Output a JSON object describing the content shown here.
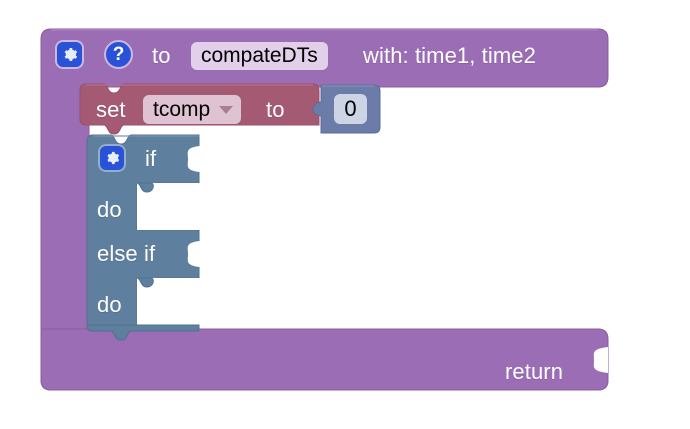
{
  "app": {
    "type": "blockly-visual-programming-editor",
    "canvas_background": "#ffffff"
  },
  "colors": {
    "procedure_purple": "#9a6db4",
    "procedure_purple_dark": "#7f5498",
    "set_variable_rose": "#a55a74",
    "set_variable_rose_dark": "#8d4a61",
    "control_steel_blue": "#5f7f9e",
    "control_steel_blue_dark": "#4d6a87",
    "math_number_slate": "#6b7ca8",
    "math_number_slate_dark": "#5a6a93",
    "icon_blue": "#2a52d8",
    "field_light_purple": "#e2cfe9",
    "field_light_rose": "#e0c3d2",
    "field_light_slate": "#ccd4e6",
    "text_white": "#ffffff",
    "text_black": "#000000"
  },
  "procedure_block": {
    "name": "procedure-definition-block",
    "gear_icon": "gear-icon",
    "help_icon": "help-icon",
    "help_glyph": "?",
    "to_label": "to",
    "procedure_name": "compateDTs",
    "with_label": "with: time1, time2",
    "return_label": "return",
    "return_socket": "value-input-socket"
  },
  "set_block": {
    "name": "set-variable-block",
    "set_label": "set",
    "variable_name": "tcomp",
    "dropdown_icon": "chevron-down-icon",
    "to_label": "to"
  },
  "number_block": {
    "name": "math-number-block",
    "value": "0"
  },
  "if_block": {
    "name": "controls-if-block",
    "gear_icon": "gear-icon",
    "rows": [
      {
        "label": "if",
        "kind": "condition",
        "socket": "value-input-socket"
      },
      {
        "label": "do",
        "kind": "statement",
        "socket": "statement-input-socket"
      },
      {
        "label": "else if",
        "kind": "condition",
        "socket": "value-input-socket"
      },
      {
        "label": "do",
        "kind": "statement",
        "socket": "statement-input-socket"
      }
    ]
  }
}
